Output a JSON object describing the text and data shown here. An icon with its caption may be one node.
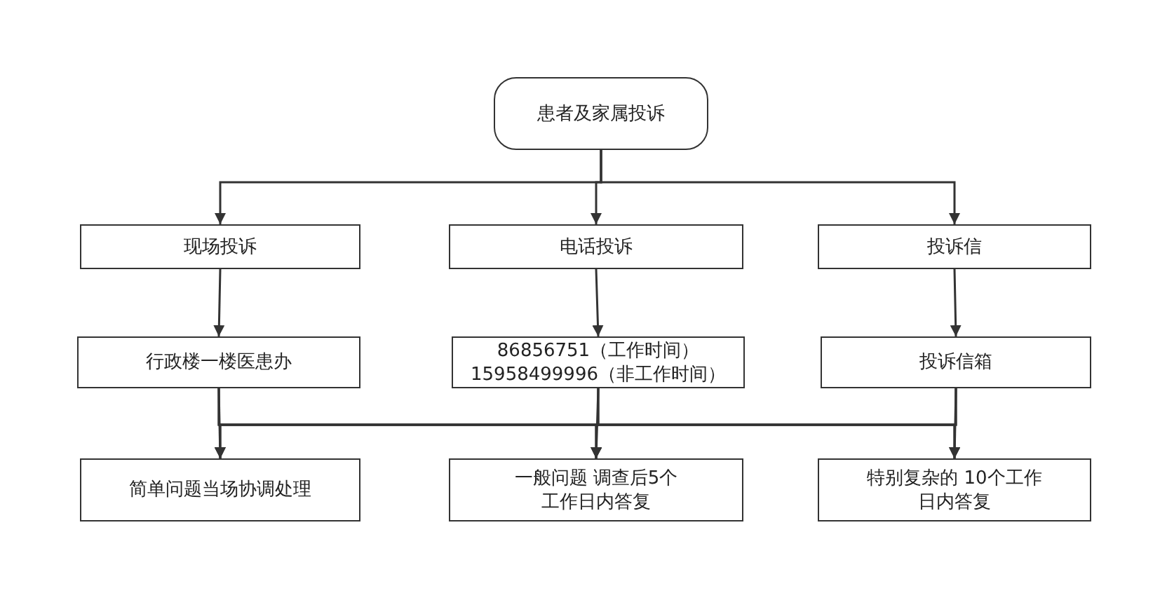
{
  "diagram": {
    "nodes": [
      {
        "text": [
          "患者及家属投诉"
        ]
      },
      {
        "text": [
          "现场投诉"
        ]
      },
      {
        "text": [
          "电话投诉"
        ]
      },
      {
        "text": [
          "投诉信"
        ]
      },
      {
        "text": [
          "行政楼一楼医患办"
        ]
      },
      {
        "text": [
          "86856751（工作时间） 15958499996（非工作时间）"
        ]
      },
      {
        "text": [
          "投诉信箱"
        ]
      },
      {
        "text": [
          "简单问题当场协调处理"
        ]
      },
      {
        "text": [
          "一般问题 调查后5个工作日内答复"
        ]
      },
      {
        "text": [
          "特别复杂的 10个工作日内答复"
        ]
      }
    ],
    "edges": [
      {
        "from": 0,
        "to": 1,
        "arrow": "to"
      },
      {
        "from": 0,
        "to": 2,
        "arrow": "to"
      },
      {
        "from": 0,
        "to": 3,
        "arrow": "to"
      },
      {
        "from": 1,
        "to": 4,
        "arrow": "to"
      },
      {
        "from": 2,
        "to": 5,
        "arrow": "to"
      },
      {
        "from": 3,
        "to": 6,
        "arrow": "to"
      },
      {
        "from": 4,
        "to": 7,
        "arrow": "to"
      },
      {
        "from": 4,
        "to": 8,
        "arrow": "to"
      },
      {
        "from": 4,
        "to": 9,
        "arrow": "to"
      },
      {
        "from": 5,
        "to": 7,
        "arrow": "to"
      },
      {
        "from": 5,
        "to": 8,
        "arrow": "to"
      },
      {
        "from": 5,
        "to": 9,
        "arrow": "to"
      },
      {
        "from": 6,
        "to": 7,
        "arrow": "to"
      },
      {
        "from": 6,
        "to": 8,
        "arrow": "to"
      },
      {
        "from": 6,
        "to": 9,
        "arrow": "to"
      }
    ]
  }
}
